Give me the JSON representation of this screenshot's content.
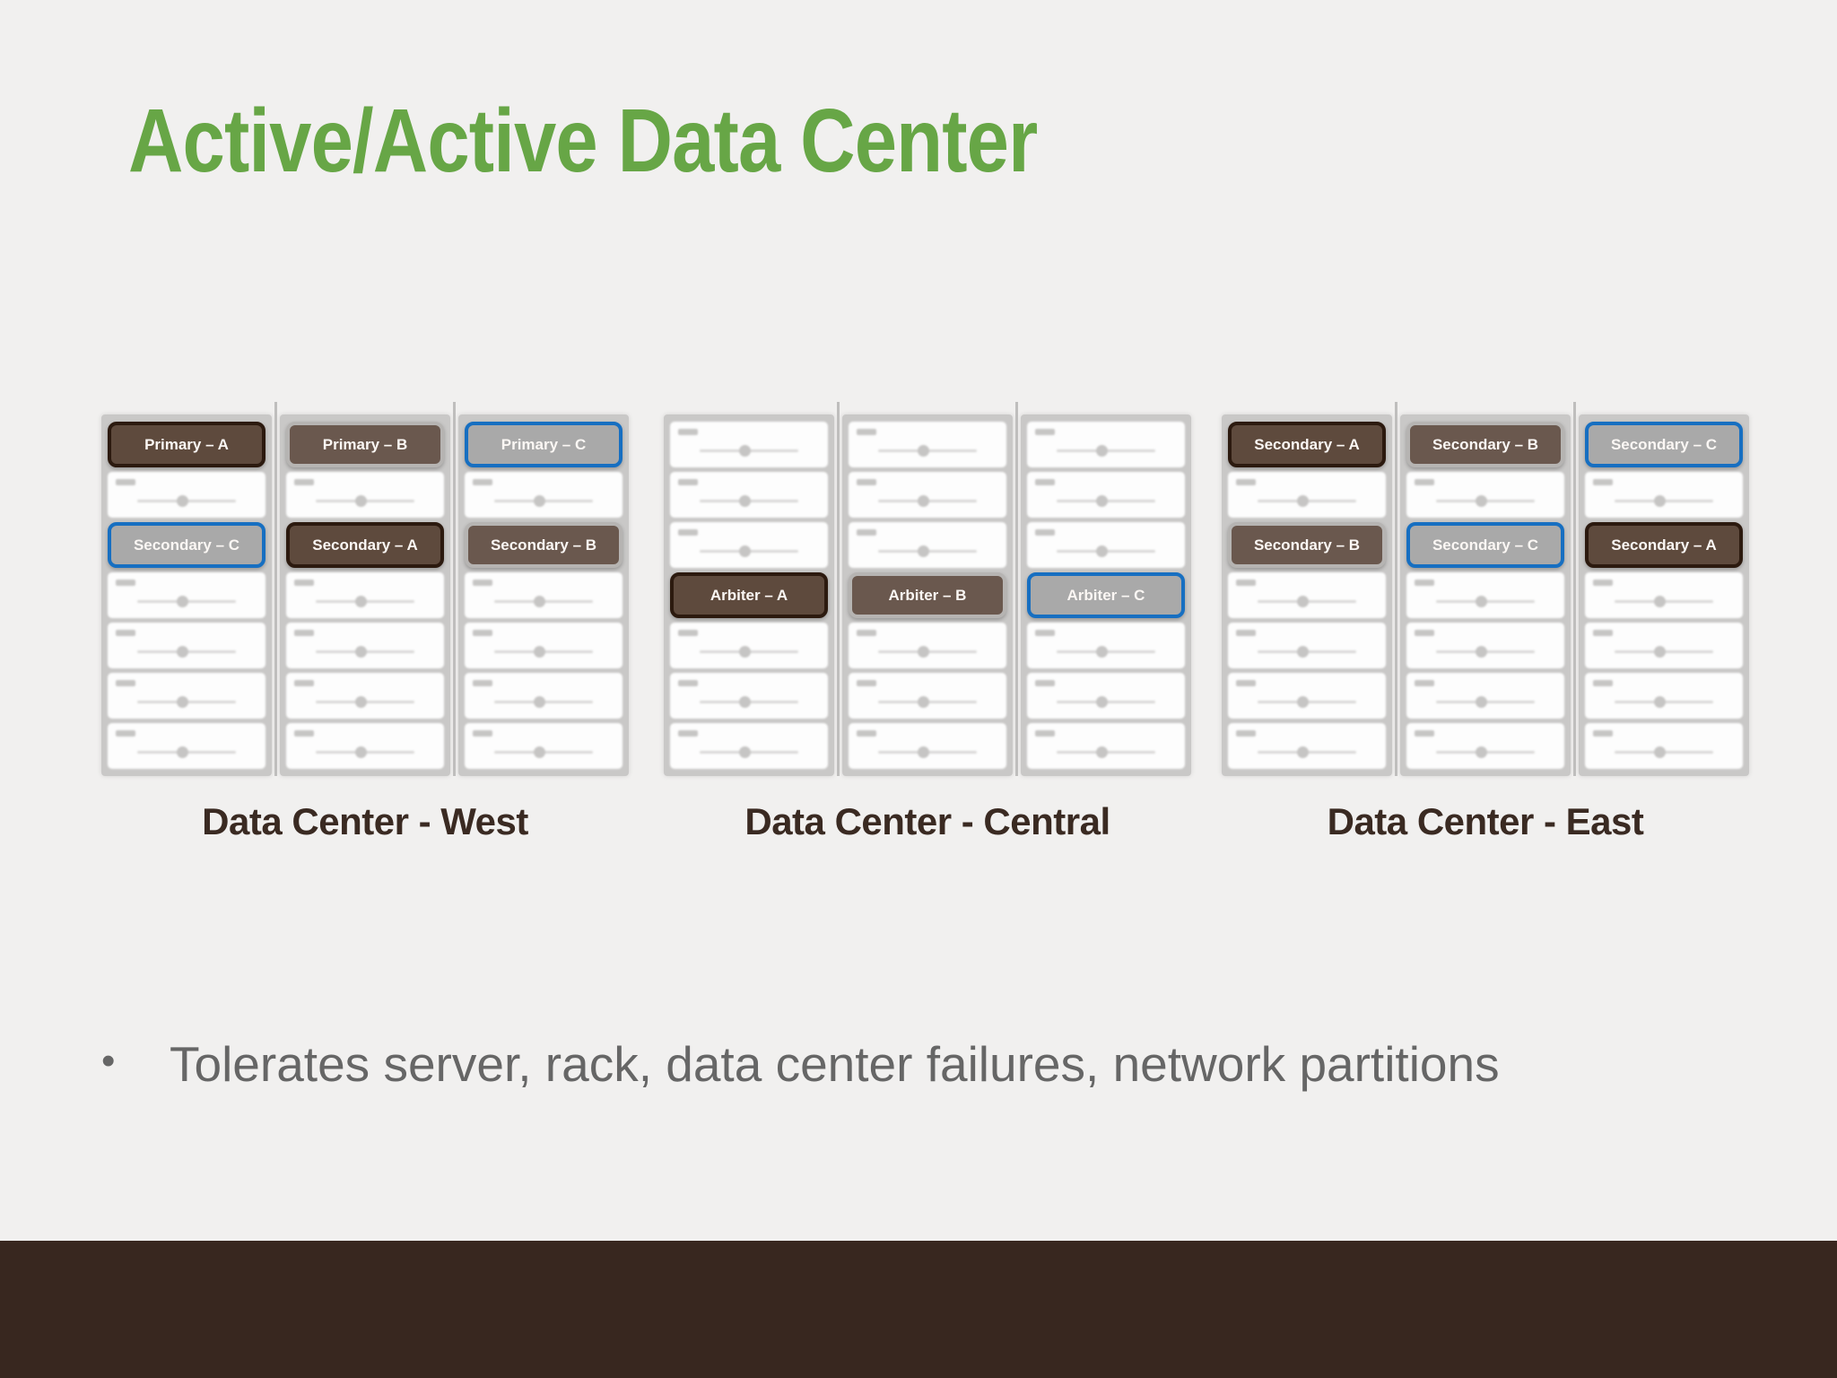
{
  "slide": {
    "title": "Active/Active Data Center",
    "bullet_dot": "•",
    "bullet_text": "Tolerates server, rack, data center failures, network partitions"
  },
  "colors": {
    "background": "#f1f0ef",
    "title_green": "#67a646",
    "caption_brown": "#3a2a22",
    "bullet_gray": "#666666",
    "footer_brown": "#38271f",
    "rack_bg": "#c9c8c7",
    "node_a_fill": "#5e4a3d",
    "node_a_border": "#2c1a0f",
    "node_b_fill": "#6a584e",
    "node_b_border": "#b6b4b2",
    "node_c_fill": "#a9a9a9",
    "node_c_border": "#176fc1"
  },
  "data_centers": [
    {
      "id": "west",
      "caption": "Data Center - West",
      "racks": [
        {
          "slots": [
            {
              "kind": "node",
              "style": "a",
              "label": "Primary – A"
            },
            {
              "kind": "server"
            },
            {
              "kind": "node",
              "style": "c",
              "label": "Secondary – C"
            },
            {
              "kind": "server"
            },
            {
              "kind": "server"
            },
            {
              "kind": "server"
            },
            {
              "kind": "server"
            }
          ]
        },
        {
          "slots": [
            {
              "kind": "node",
              "style": "b",
              "label": "Primary – B"
            },
            {
              "kind": "server"
            },
            {
              "kind": "node",
              "style": "a",
              "label": "Secondary – A"
            },
            {
              "kind": "server"
            },
            {
              "kind": "server"
            },
            {
              "kind": "server"
            },
            {
              "kind": "server"
            }
          ]
        },
        {
          "slots": [
            {
              "kind": "node",
              "style": "c",
              "label": "Primary – C"
            },
            {
              "kind": "server"
            },
            {
              "kind": "node",
              "style": "b",
              "label": "Secondary – B"
            },
            {
              "kind": "server"
            },
            {
              "kind": "server"
            },
            {
              "kind": "server"
            },
            {
              "kind": "server"
            }
          ]
        }
      ]
    },
    {
      "id": "central",
      "caption": "Data Center - Central",
      "racks": [
        {
          "slots": [
            {
              "kind": "server"
            },
            {
              "kind": "server"
            },
            {
              "kind": "server"
            },
            {
              "kind": "node",
              "style": "a",
              "label": "Arbiter – A"
            },
            {
              "kind": "server"
            },
            {
              "kind": "server"
            },
            {
              "kind": "server"
            }
          ]
        },
        {
          "slots": [
            {
              "kind": "server"
            },
            {
              "kind": "server"
            },
            {
              "kind": "server"
            },
            {
              "kind": "node",
              "style": "b",
              "label": "Arbiter – B"
            },
            {
              "kind": "server"
            },
            {
              "kind": "server"
            },
            {
              "kind": "server"
            }
          ]
        },
        {
          "slots": [
            {
              "kind": "server"
            },
            {
              "kind": "server"
            },
            {
              "kind": "server"
            },
            {
              "kind": "node",
              "style": "c",
              "label": "Arbiter – C"
            },
            {
              "kind": "server"
            },
            {
              "kind": "server"
            },
            {
              "kind": "server"
            }
          ]
        }
      ]
    },
    {
      "id": "east",
      "caption": "Data Center - East",
      "racks": [
        {
          "slots": [
            {
              "kind": "node",
              "style": "a",
              "label": "Secondary – A"
            },
            {
              "kind": "server"
            },
            {
              "kind": "node",
              "style": "b",
              "label": "Secondary – B"
            },
            {
              "kind": "server"
            },
            {
              "kind": "server"
            },
            {
              "kind": "server"
            },
            {
              "kind": "server"
            }
          ]
        },
        {
          "slots": [
            {
              "kind": "node",
              "style": "b",
              "label": "Secondary – B"
            },
            {
              "kind": "server"
            },
            {
              "kind": "node",
              "style": "c",
              "label": "Secondary – C"
            },
            {
              "kind": "server"
            },
            {
              "kind": "server"
            },
            {
              "kind": "server"
            },
            {
              "kind": "server"
            }
          ]
        },
        {
          "slots": [
            {
              "kind": "node",
              "style": "c",
              "label": "Secondary – C"
            },
            {
              "kind": "server"
            },
            {
              "kind": "node",
              "style": "a",
              "label": "Secondary – A"
            },
            {
              "kind": "server"
            },
            {
              "kind": "server"
            },
            {
              "kind": "server"
            },
            {
              "kind": "server"
            }
          ]
        }
      ]
    }
  ]
}
